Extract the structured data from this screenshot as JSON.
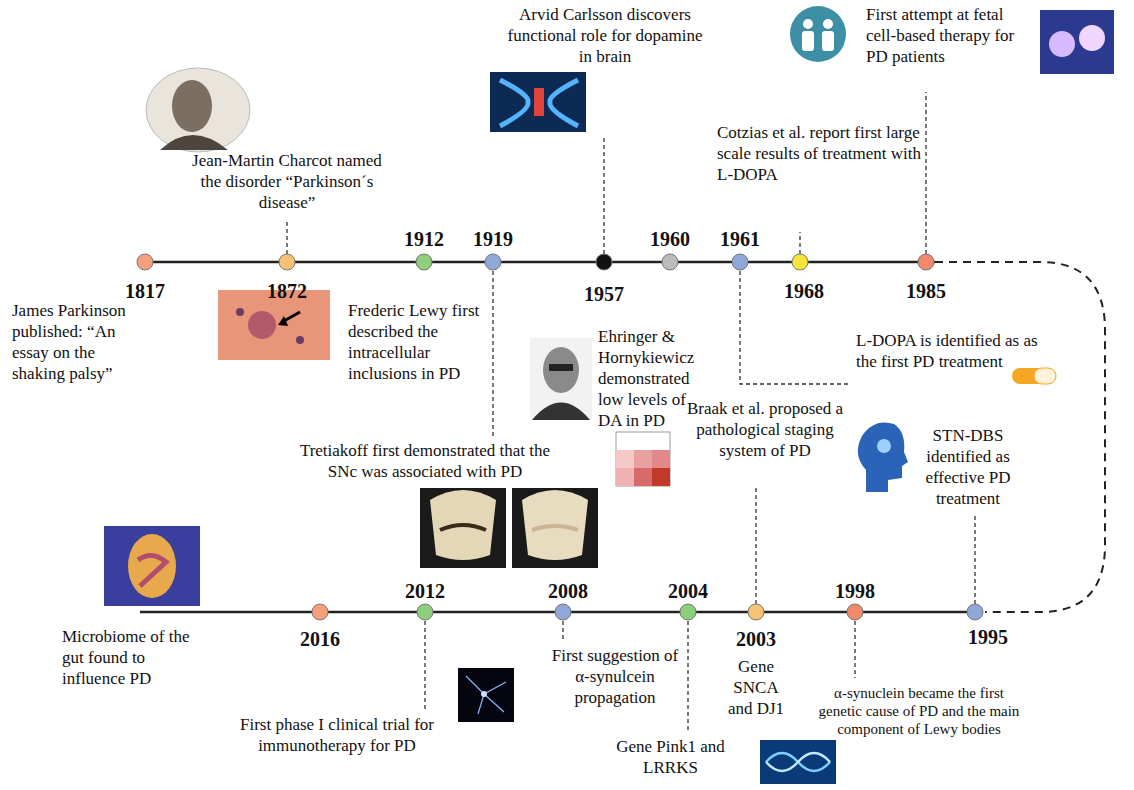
{
  "diagram": {
    "labels": [
      "1817",
      "1872",
      "1912",
      "1919",
      "1957",
      "1960",
      "1961",
      "1968",
      "1985",
      "Jean-Martin Charcot named the disorder “Parkinson´s disease”",
      "Arvid Carlsson discovers functional role for dopamine in brain",
      "First attempt at fetal cell-based therapy for PD patients",
      "Cotzias et al. report first large scale results of treatment with L-DOPA",
      "James Parkinson published: “An essay on the shaking palsy”",
      "Frederic Lewy first described the intracellular inclusions in PD",
      "Ehringer & Hornykiewicz demonstrated low levels of DA in PD",
      "L-DOPA is identified as as the first PD treatment",
      "Tretiakoff first demonstrated that the SNc was associated with PD",
      "Braak et al. proposed a pathological staging system of PD",
      "STN-DBS identified as effective PD treatment",
      "2016",
      "2012",
      "2008",
      "2004",
      "2003",
      "1998",
      "1995",
      "Microbiome of the gut found to influence PD",
      "First suggestion of α-synulcein propagation",
      "Gene SNCA and DJ1",
      "First phase I clinical trial for immunotherapy for PD",
      "Gene Pink1 and LRRKS",
      "α-synuclein became the first genetic cause of PD and the main component of Lewy bodies"
    ]
  }
}
